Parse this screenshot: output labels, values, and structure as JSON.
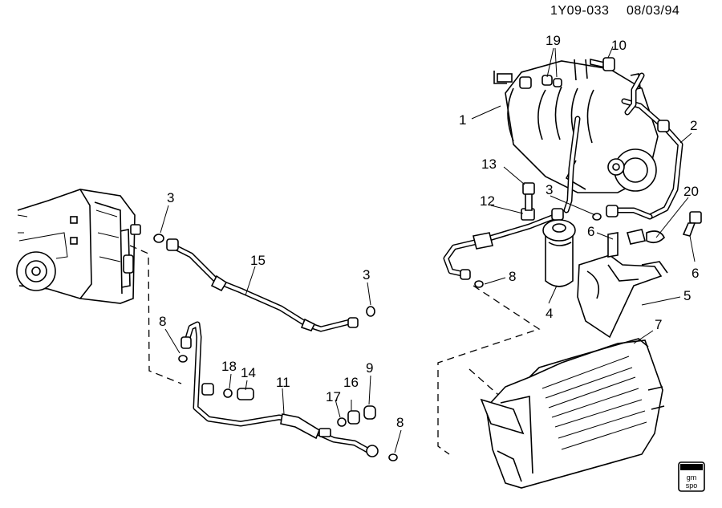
{
  "header": {
    "code": "1Y09-033",
    "date": "08/03/94"
  },
  "callouts": {
    "c1": "1",
    "c2": "2",
    "c3a": "3",
    "c3b": "3",
    "c3c": "3",
    "c4": "4",
    "c5": "5",
    "c6a": "6",
    "c6b": "6",
    "c7": "7",
    "c8a": "8",
    "c8b": "8",
    "c8c": "8",
    "c9": "9",
    "c10": "10",
    "c11": "11",
    "c12": "12",
    "c13": "13",
    "c14": "14",
    "c15": "15",
    "c16": "16",
    "c17": "17",
    "c18": "18",
    "c19": "19",
    "c20": "20"
  },
  "logo": {
    "line1": "gm",
    "line2": "spo"
  }
}
